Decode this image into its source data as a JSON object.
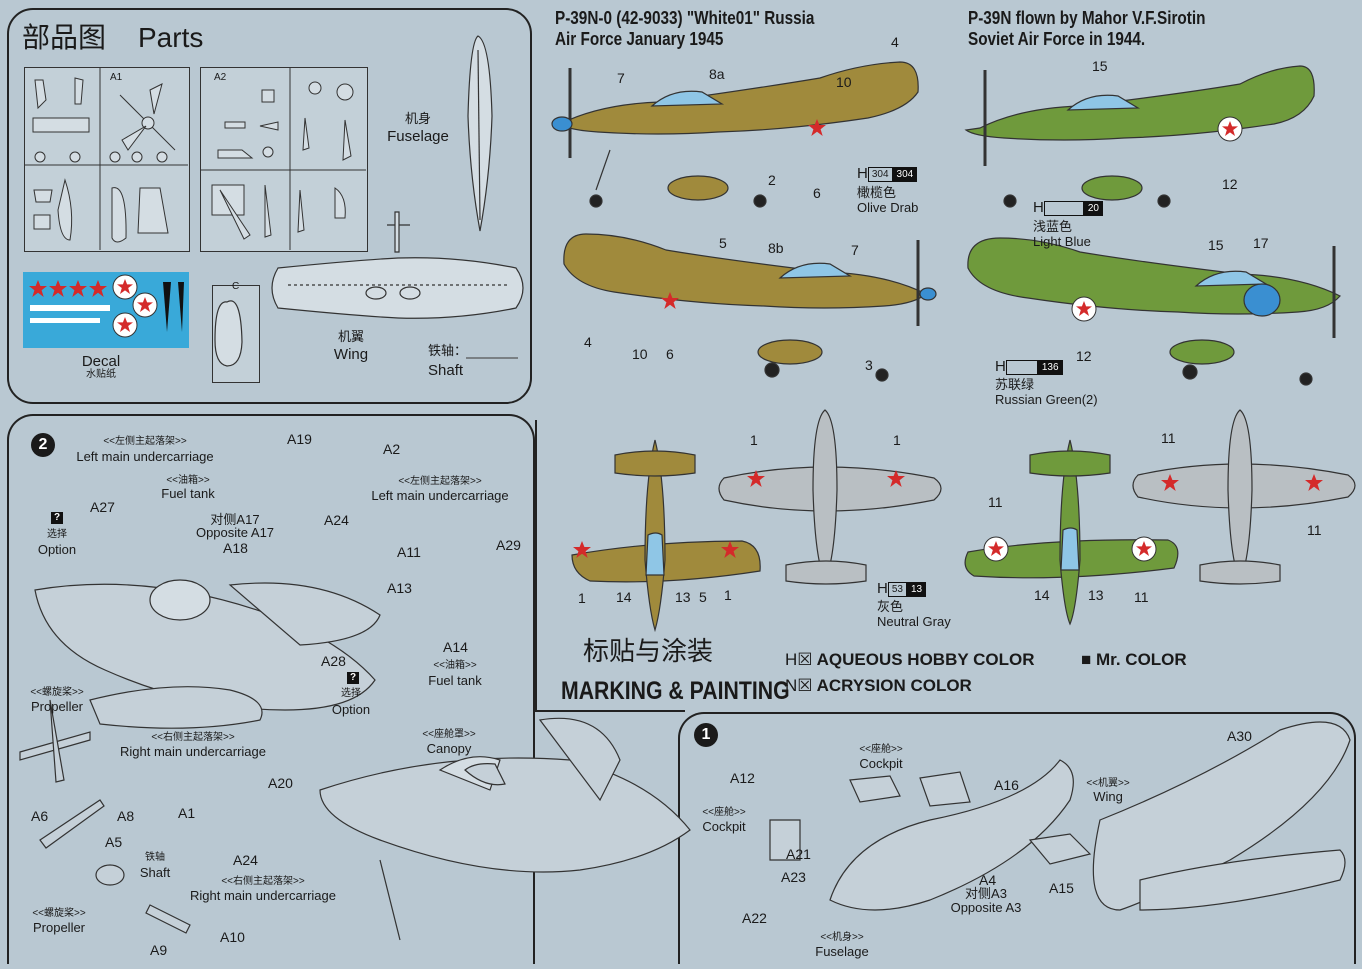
{
  "parts": {
    "title_cn": "部品图",
    "title_en": "Parts",
    "sprue_a1": "A1",
    "sprue_a2": "A2",
    "sprue_c": "C",
    "fuselage_cn": "机身",
    "fuselage_en": "Fuselage",
    "wing_cn": "机翼",
    "wing_en": "Wing",
    "shaft_cn": "铁轴：",
    "shaft_en": "Shaft",
    "decal_en": "Decal",
    "decal_cn": "水贴纸"
  },
  "schemes": {
    "scheme1_title_line1": "P-39N-0 (42-9033)  \"White01\" Russia",
    "scheme1_title_line2": "Air Force January 1945",
    "scheme2_title_line1": "P-39N flown by Mahor V.F.Sirotin",
    "scheme2_title_line2": "Soviet Air Force in 1944.",
    "colors": [
      {
        "prefix": "H",
        "code_light": "304",
        "code_dark": "304",
        "name_cn": "橄榄色",
        "name_en": "Olive Drab"
      },
      {
        "prefix": "H",
        "code_light": "",
        "code_dark": "20",
        "name_cn": "浅蓝色",
        "name_en": "Light Blue"
      },
      {
        "prefix": "H",
        "code_light": "",
        "code_dark": "136",
        "name_cn": "苏联绿",
        "name_en": "Russian Green(2)"
      },
      {
        "prefix": "H",
        "code_light": "53",
        "code_dark": "13",
        "name_cn": "灰色",
        "name_en": "Neutral Gray"
      }
    ],
    "callouts_top_left": [
      "7",
      "8a",
      "4",
      "10",
      "2",
      "6"
    ],
    "callouts_top_right": [
      "15",
      "12"
    ],
    "callouts_mid_left": [
      "5",
      "8b",
      "7",
      "4",
      "10",
      "6",
      "3"
    ],
    "callouts_mid_right": [
      "15",
      "17",
      "12"
    ],
    "callouts_plan_left": [
      "1",
      "14",
      "13",
      "5",
      "1",
      "1",
      "1"
    ],
    "callouts_plan_right": [
      "11",
      "14",
      "13",
      "11",
      "11",
      "11"
    ],
    "marking_cn": "标贴与涂装",
    "marking_en": "MARKING & PAINTING",
    "legend": [
      {
        "prefix": "H",
        "box": "☒",
        "text": "AQUEOUS HOBBY COLOR"
      },
      {
        "prefix": "",
        "box": "■",
        "text": "Mr. COLOR"
      },
      {
        "prefix": "N",
        "box": "☒",
        "text": "ACRYSION COLOR"
      }
    ]
  },
  "step2": {
    "number": "2",
    "left_uc_cn": "<<左侧主起落架>>",
    "left_uc_en": "Left main undercarriage",
    "fuel_cn": "<<油箱>>",
    "fuel_en": "Fuel tank",
    "opp_a17_cn": "对侧A17",
    "opp_a17_en": "Opposite A17",
    "option_cn": "选择",
    "option_en": "Option",
    "propeller_cn": "<<螺旋桨>>",
    "propeller_en": "Propeller",
    "right_uc_cn": "<<右侧主起落架>>",
    "right_uc_en": "Right main undercarriage",
    "canopy_cn": "<<座舱罩>>",
    "canopy_en": "Canopy",
    "shaft_cn": "铁轴",
    "shaft_en": "Shaft",
    "parts": [
      "A19",
      "A2",
      "A24",
      "A27",
      "A18",
      "A11",
      "A29",
      "A13",
      "A14",
      "A28",
      "A20",
      "A1",
      "A24",
      "A6",
      "A8",
      "A5",
      "A9",
      "A10"
    ]
  },
  "step1": {
    "number": "1",
    "cockpit_cn": "<<座舱>>",
    "cockpit_en": "Cockpit",
    "wing_cn": "<<机翼>>",
    "wing_en": "Wing",
    "fuselage_cn": "<<机身>>",
    "fuselage_en": "Fuselage",
    "opp_a3_cn": "对侧A3",
    "opp_a3_en": "Opposite A3",
    "parts": [
      "A12",
      "A21",
      "A23",
      "A22",
      "A16",
      "A15",
      "A4",
      "A30"
    ]
  },
  "palette": {
    "olive": "#a08a3c",
    "green": "#6f9a3c",
    "gray": "#b9bfc3",
    "red": "#d42a2a",
    "bg": "#b9c8d2"
  }
}
